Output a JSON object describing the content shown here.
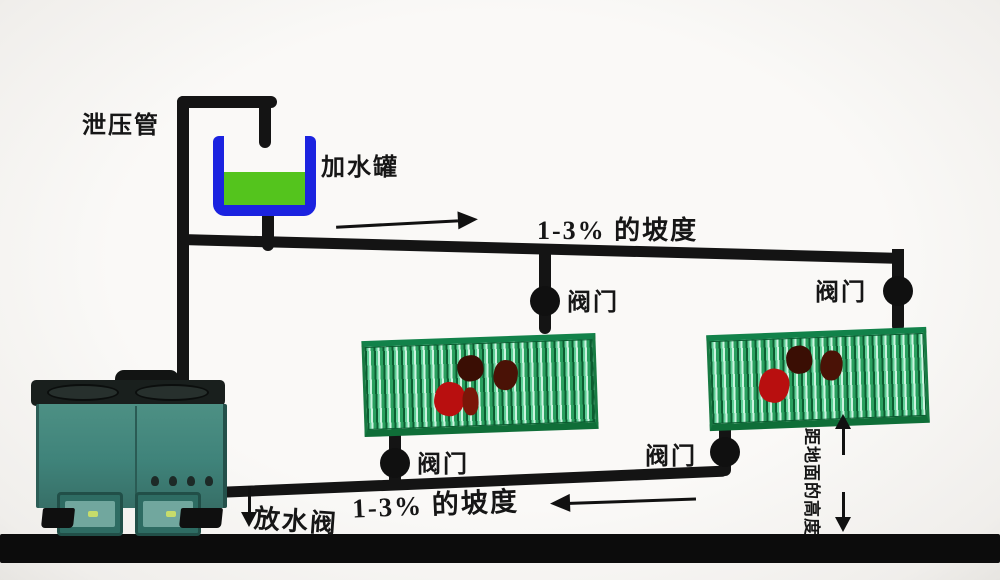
{
  "diagram": {
    "type": "stove-heating-system-schematic",
    "labels": {
      "relief_pipe": "泄压管",
      "water_tank": "加水罐",
      "slope_top": "1-3% 的坡度",
      "slope_bottom": "1-3% 的坡度",
      "valve_top_left": "阀门",
      "valve_top_right": "阀门",
      "valve_bottom_left": "阀门",
      "valve_bottom_right": "阀门",
      "drain_valve": "放水阀",
      "height_note_vertical": "距地面的高度"
    },
    "colors": {
      "pipe_black": "#141414",
      "tank_border_blue": "#1b23e0",
      "tank_water_green": "#54c41d",
      "radiator_green": "#2aa05f",
      "radiator_frame_green": "#177a42",
      "stove_teal": "#3f837a",
      "floor_black": "#0c0c0c",
      "brand_mark_red": "#b80f0f",
      "background": "#f7f6f3"
    }
  }
}
